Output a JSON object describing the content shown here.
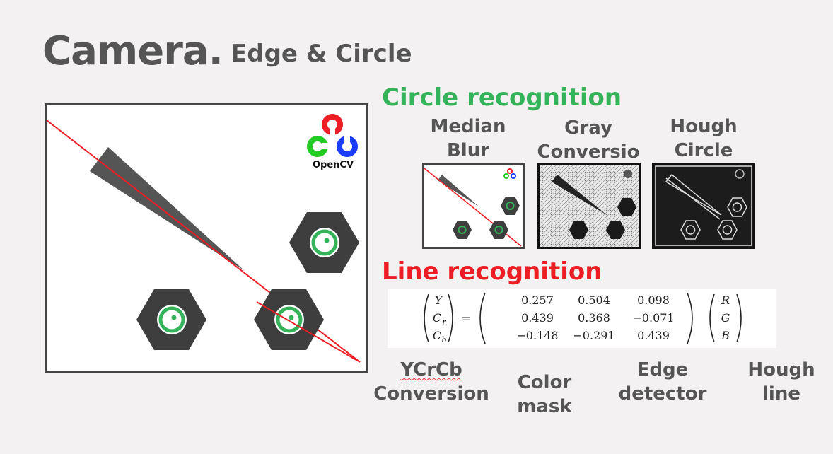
{
  "header": {
    "title": "Camera.",
    "subtitle": "Edge & Circle"
  },
  "logo": {
    "text": "OpenCV"
  },
  "circle_section": {
    "title": "Circle recognition",
    "steps": [
      {
        "line1": "Median",
        "line2": "Blur"
      },
      {
        "line1": "Gray",
        "line2": "Conversio"
      },
      {
        "line1": "Hough",
        "line2": "Circle"
      }
    ]
  },
  "line_section": {
    "title": "Line recognition",
    "matrix": {
      "lhs": [
        "Y",
        "C",
        "C"
      ],
      "lhs_sub": [
        "",
        "r",
        "b"
      ],
      "equals": "=",
      "rows": [
        [
          "0.257",
          "0.504",
          "0.098"
        ],
        [
          "0.439",
          "0.368",
          "−0.071"
        ],
        [
          "−0.148",
          "−0.291",
          "0.439"
        ]
      ],
      "rhs": [
        "R",
        "G",
        "B"
      ]
    },
    "steps": [
      {
        "line1": "YCrCb",
        "line2": "Conversion"
      },
      {
        "line1": "Color",
        "line2": "mask"
      },
      {
        "line1": "Edge",
        "line2": "detector"
      },
      {
        "line1": "Hough",
        "line2": "line"
      }
    ]
  },
  "colors": {
    "accent_green": "#34b35a",
    "accent_red": "#ee1c24",
    "text_gray": "#555555"
  }
}
